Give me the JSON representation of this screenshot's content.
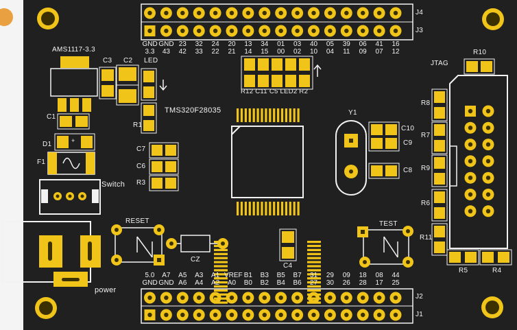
{
  "colors": {
    "board": "#202020",
    "copper": "#f0c419",
    "silk": "#f2f2f2",
    "hole": "#3a3000"
  },
  "labels": {
    "regulator": "AMS1117-3.3",
    "c3": "C3",
    "c2": "C2",
    "led": "LED",
    "c1": "C1",
    "d1": "D1",
    "f1": "F1",
    "switch": "Switch",
    "r1": "R1",
    "mcu": "TMS320F28035",
    "c7": "C7",
    "c6": "C6",
    "r3": "R3",
    "reset": "RESET",
    "cz": "CZ",
    "c4": "C4",
    "test": "TEST",
    "power": "power",
    "y1": "Y1",
    "c10": "C10",
    "c9": "C9",
    "c8": "C8",
    "jtag": "JTAG",
    "r10": "R10",
    "r8": "R8",
    "r7": "R7",
    "r9": "R9",
    "r6": "R6",
    "r11": "R11",
    "r5": "R5",
    "r4": "R4",
    "j1": "J1",
    "j2": "J2",
    "j3": "J3",
    "j4": "J4",
    "mid_row": "R12 C11 C5 LED2 R2",
    "plus": "+"
  },
  "top_header": {
    "row1": [
      "GND",
      "GND",
      "23",
      "32",
      "24",
      "20",
      "13",
      "34",
      "01",
      "03",
      "40",
      "05",
      "39",
      "06",
      "41",
      "16"
    ],
    "row2": [
      "3.3",
      "43",
      "42",
      "33",
      "22",
      "21",
      "14",
      "15",
      "00",
      "02",
      "10",
      "04",
      "11",
      "09",
      "07",
      "12"
    ]
  },
  "bottom_header": {
    "row1": [
      "5.0",
      "A7",
      "A5",
      "A3",
      "A1",
      "VREF",
      "B1",
      "B3",
      "B5",
      "B7",
      "31",
      "29",
      "09",
      "18",
      "08",
      "44"
    ],
    "row2": [
      "GND",
      "GND",
      "A6",
      "A4",
      "A2",
      "A0",
      "B0",
      "B2",
      "B4",
      "B6",
      "27",
      "30",
      "26",
      "28",
      "17",
      "25"
    ]
  }
}
